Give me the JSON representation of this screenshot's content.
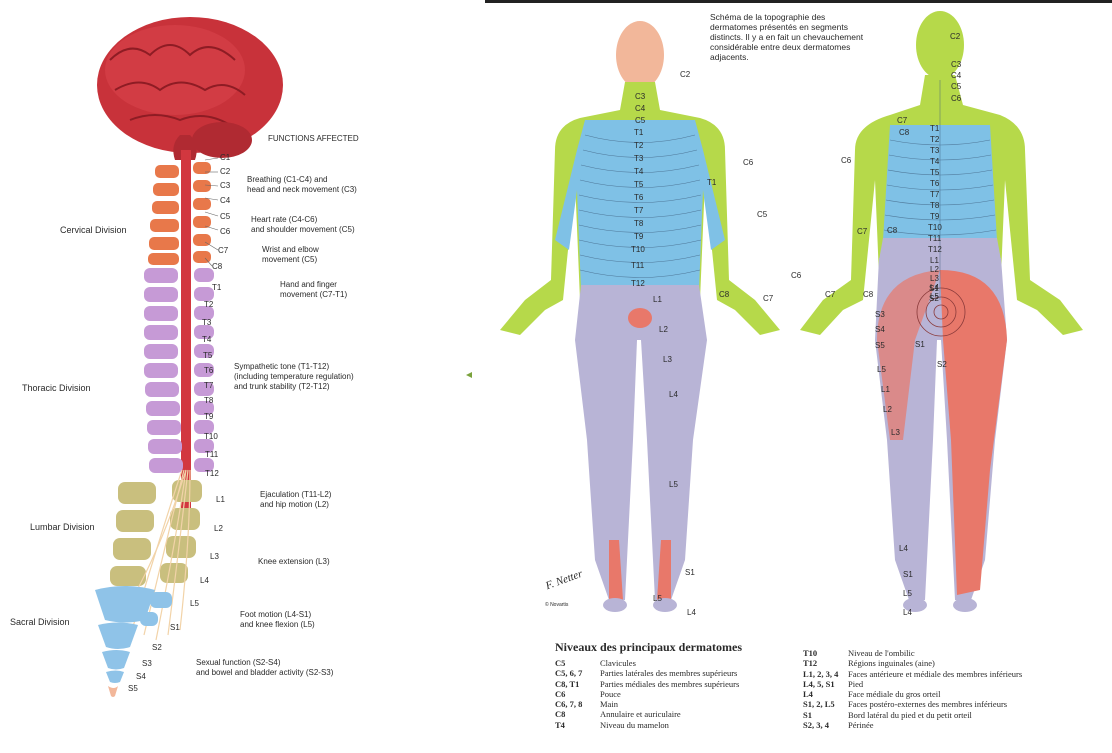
{
  "left_panel": {
    "functions_title": "FUNCTIONS AFFECTED",
    "divisions": [
      "Cervical Division",
      "Thoracic Division",
      "Lumbar Division",
      "Sacral Division"
    ],
    "levels": [
      "C1",
      "C2",
      "C3",
      "C4",
      "C5",
      "C6",
      "C7",
      "C8",
      "T1",
      "T2",
      "T3",
      "T4",
      "T5",
      "T6",
      "T7",
      "T8",
      "T9",
      "T10",
      "T11",
      "T12",
      "L1",
      "L2",
      "L3",
      "L4",
      "L5",
      "S1",
      "S2",
      "S3",
      "S4",
      "S5"
    ],
    "functions": [
      "Breathing (C1-C4) and\nhead and neck movement (C3)",
      "Heart rate (C4-C6)\nand shoulder movement (C5)",
      "Wrist and elbow\nmovement (C5)",
      "Hand and finger\nmovement (C7-T1)",
      "Sympathetic tone (T1-T12)\n(including temperature regulation)\nand trunk stability (T2-T12)",
      "Ejaculation (T11-L2)\nand hip motion (L2)",
      "Knee extension (L3)",
      "Foot motion (L4-S1)\nand knee flexion (L5)",
      "Sexual function (S2-S4)\nand bowel and bladder activity (S2-S3)"
    ],
    "colors": {
      "brain": "#c8323a",
      "cervical": "#e8784a",
      "thoracic": "#c69ad6",
      "lumbar": "#c9bf7e",
      "sacral": "#8fc3e8"
    }
  },
  "right_panel": {
    "description": "Schéma de la topographie des\ndermatomes présentés en segments\ndistincts. Il y a en fait un chevauchement\nconsidérable entre deux dermatomes\nadjacents.",
    "front_labels": [
      "C2",
      "C3",
      "C4",
      "C5",
      "T1",
      "T2",
      "T3",
      "T4",
      "T5",
      "T6",
      "T7",
      "T8",
      "T9",
      "T10",
      "T11",
      "T12",
      "L1",
      "L2",
      "L3",
      "L4",
      "L5",
      "S1",
      "C6",
      "C5",
      "T1",
      "C6",
      "C8",
      "C7",
      "L4",
      "L5"
    ],
    "back_labels": [
      "C2",
      "C3",
      "C4",
      "C5",
      "C6",
      "C7",
      "C8",
      "T1",
      "T2",
      "T3",
      "T4",
      "T5",
      "T6",
      "T7",
      "T8",
      "T9",
      "T10",
      "T11",
      "T12",
      "L1",
      "L2",
      "L3",
      "L4",
      "L5",
      "S1",
      "S2",
      "S3",
      "S4",
      "S5",
      "C6",
      "C7",
      "C8",
      "C8",
      "C7",
      "S1",
      "S2",
      "L5",
      "L1",
      "L2",
      "L3",
      "L4",
      "S1",
      "L5",
      "L4"
    ],
    "signature": "F. Netter",
    "copyright": "© Novartis",
    "legend_title": "Niveaux des principaux dermatomes",
    "legend_left": [
      {
        "code": "C5",
        "desc": "Clavicules"
      },
      {
        "code": "C5, 6, 7",
        "desc": "Parties latérales des membres supérieurs"
      },
      {
        "code": "C8, T1",
        "desc": "Parties médiales des membres supérieurs"
      },
      {
        "code": "C6",
        "desc": "Pouce"
      },
      {
        "code": "C6, 7, 8",
        "desc": "Main"
      },
      {
        "code": "C8",
        "desc": "Annulaire et auriculaire"
      },
      {
        "code": "T4",
        "desc": "Niveau du mamelon"
      }
    ],
    "legend_right": [
      {
        "code": "T10",
        "desc": "Niveau de l'ombilic"
      },
      {
        "code": "T12",
        "desc": "Régions inguinales (aine)"
      },
      {
        "code": "L1, 2, 3, 4",
        "desc": "Faces antérieure et médiale des membres inférieurs"
      },
      {
        "code": "L4, 5, S1",
        "desc": "Pied"
      },
      {
        "code": "L4",
        "desc": "Face médiale du gros orteil"
      },
      {
        "code": "S1, 2, L5",
        "desc": "Faces postéro-externes des membres inférieurs"
      },
      {
        "code": "S1",
        "desc": "Bord latéral du pied et du petit orteil"
      },
      {
        "code": "S2, 3, 4",
        "desc": "Périnée"
      }
    ],
    "colors": {
      "green": "#b6d94a",
      "blue": "#7fc1e6",
      "lavender": "#b8b4d6",
      "salmon": "#e8786a",
      "skin": "#f2b79a"
    }
  }
}
